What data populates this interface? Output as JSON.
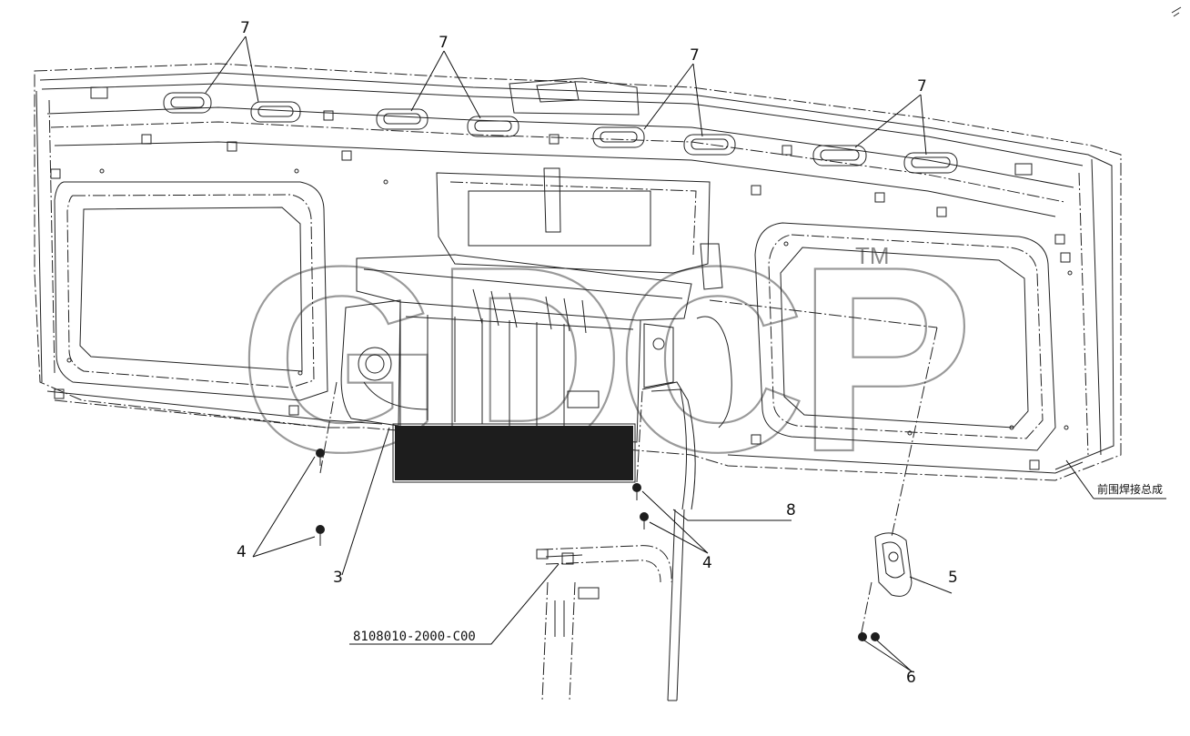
{
  "diagram": {
    "callouts": {
      "c7a": "7",
      "c7b": "7",
      "c7c": "7",
      "c7d": "7",
      "c4a": "4",
      "c4b": "4",
      "c3": "3",
      "c5": "5",
      "c6": "6",
      "c8": "8"
    },
    "part_number": "8108010-2000-C00",
    "assembly_label": "前围焊接总成",
    "watermark": "GDCP",
    "trademark": "TM"
  }
}
